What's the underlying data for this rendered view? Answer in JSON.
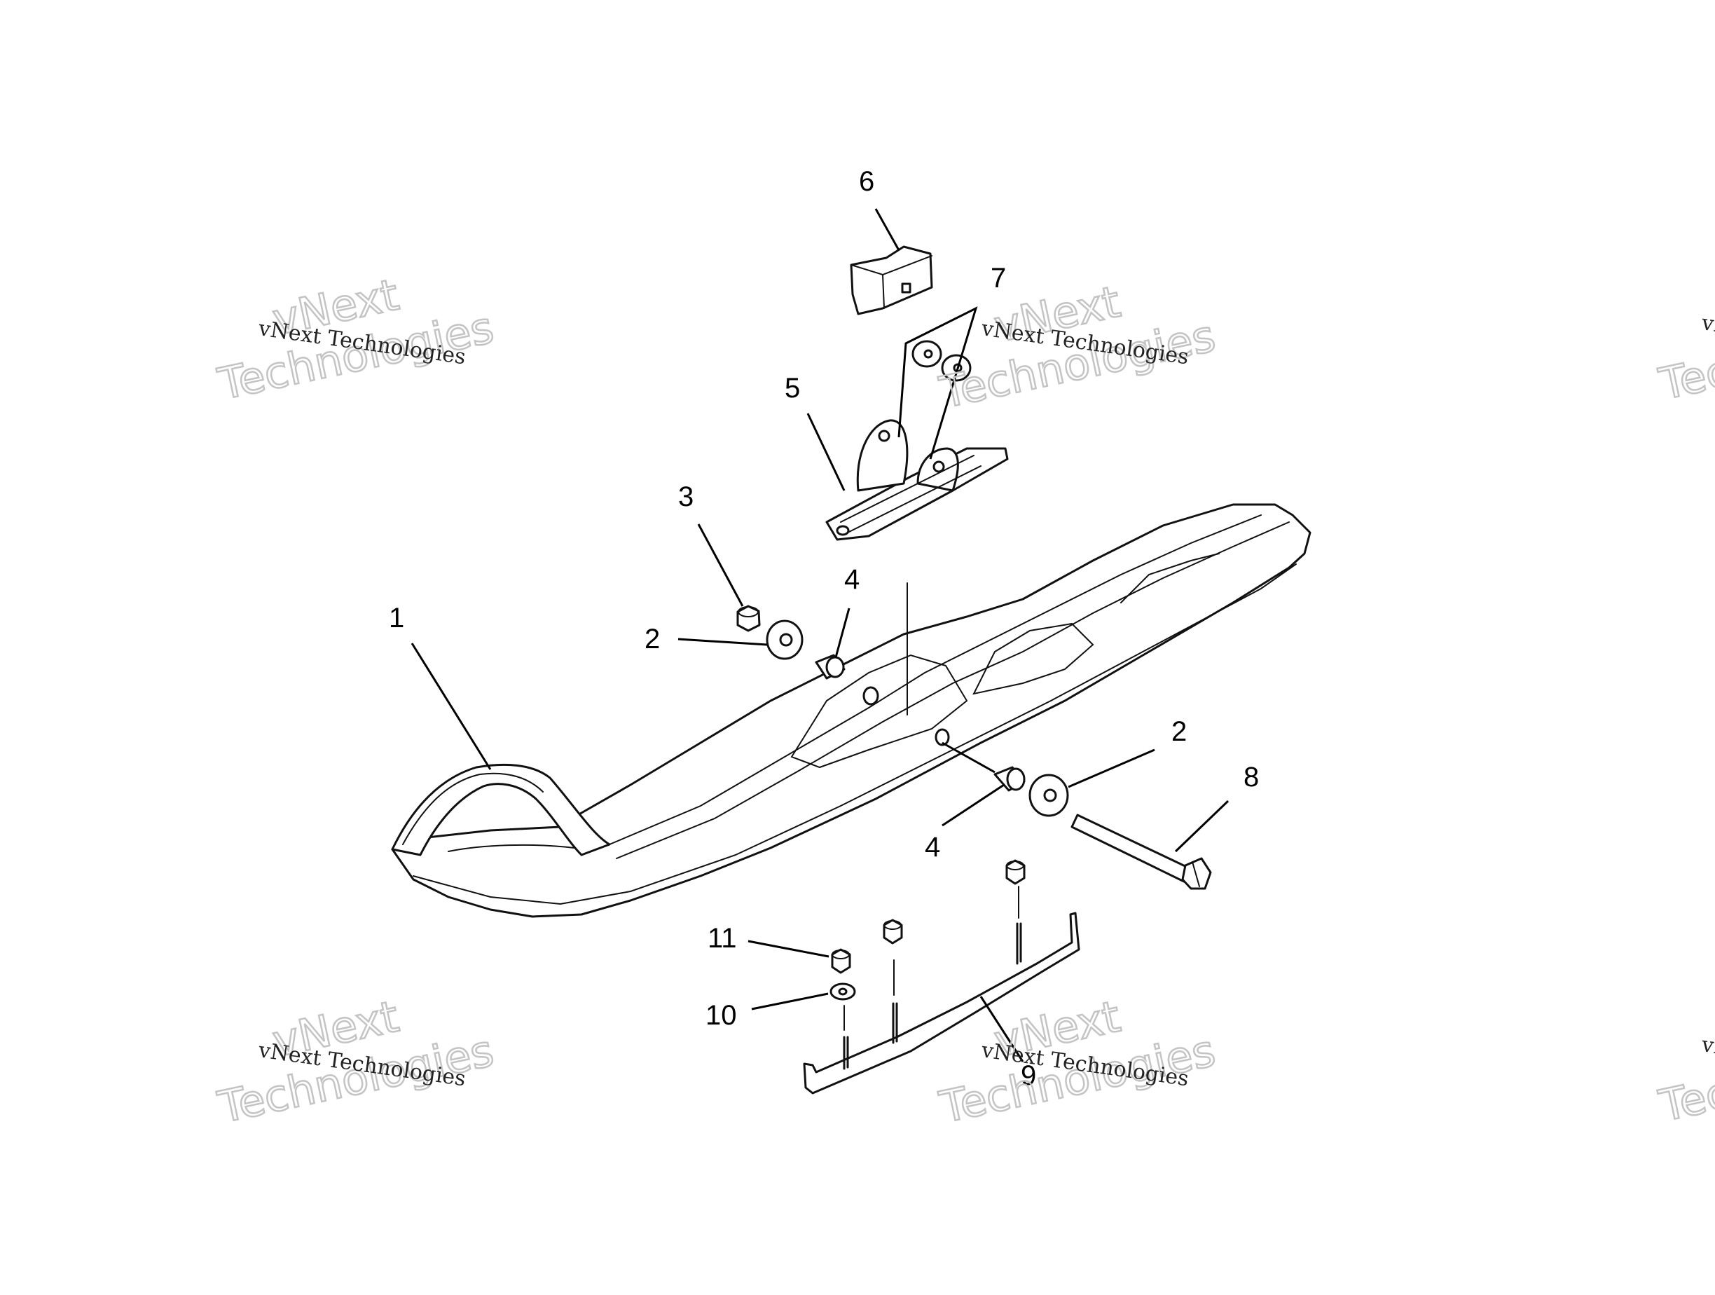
{
  "watermark": {
    "line_small": "vNext Technologies",
    "line_big_1": "vNext",
    "line_big_2": "Technologies"
  },
  "callouts": {
    "c1": "1",
    "c2a": "2",
    "c2b": "2",
    "c3": "3",
    "c4a": "4",
    "c4b": "4",
    "c5": "5",
    "c6": "6",
    "c7": "7",
    "c8": "8",
    "c9": "9",
    "c10": "10",
    "c11": "11"
  }
}
